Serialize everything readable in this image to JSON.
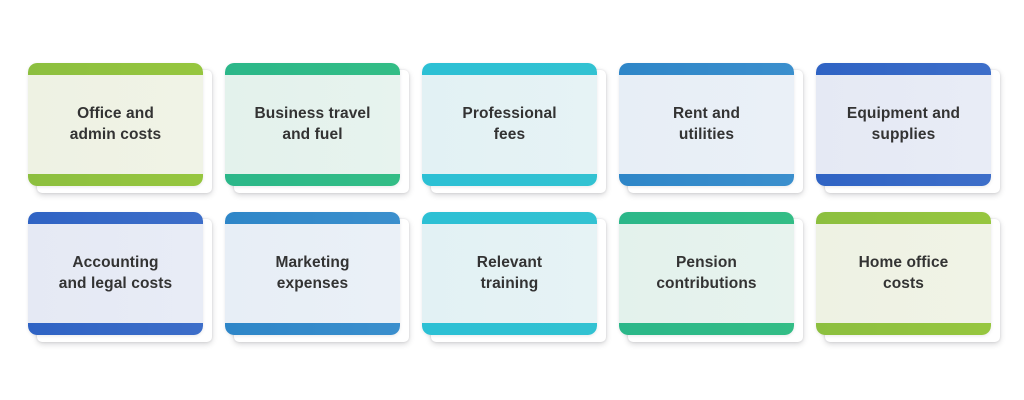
{
  "page": {
    "background": "#ffffff",
    "text_color": "#333333"
  },
  "grid": {
    "columns": 5,
    "rows": 2
  },
  "cards": [
    {
      "id": "office-and-admin-costs",
      "label": "Office and\nadmin costs",
      "accent_from": "#8cbf3f",
      "accent_to": "#96c63f",
      "body_from": "#eef2e3",
      "body_to": "#f0f3e6"
    },
    {
      "id": "business-travel-and-fuel",
      "label": "Business travel\nand fuel",
      "accent_from": "#2bb789",
      "accent_to": "#33bd86",
      "body_from": "#e3f2ec",
      "body_to": "#e7f3ee"
    },
    {
      "id": "professional-fees",
      "label": "Professional\nfees",
      "accent_from": "#2cc0d4",
      "accent_to": "#32c2d2",
      "body_from": "#e2f1f4",
      "body_to": "#e6f3f5"
    },
    {
      "id": "rent-and-utilities",
      "label": "Rent and\nutilities",
      "accent_from": "#2e86c8",
      "accent_to": "#3b8fcd",
      "body_from": "#e7eef6",
      "body_to": "#eaf0f7"
    },
    {
      "id": "equipment-and-supplies",
      "label": "Equipment and\nsupplies",
      "accent_from": "#2f63c4",
      "accent_to": "#3d6ec9",
      "body_from": "#e5e9f4",
      "body_to": "#e8ecf6"
    },
    {
      "id": "accounting-and-legal-costs",
      "label": "Accounting\nand legal costs",
      "accent_from": "#2f63c4",
      "accent_to": "#3d6ec9",
      "body_from": "#e5e9f4",
      "body_to": "#e8ecf6"
    },
    {
      "id": "marketing-expenses",
      "label": "Marketing\nexpenses",
      "accent_from": "#2e86c8",
      "accent_to": "#3b8fcd",
      "body_from": "#e7eef6",
      "body_to": "#eaf0f7"
    },
    {
      "id": "relevant-training",
      "label": "Relevant\ntraining",
      "accent_from": "#2cc0d4",
      "accent_to": "#32c2d2",
      "body_from": "#e2f1f4",
      "body_to": "#e6f3f5"
    },
    {
      "id": "pension-contributions",
      "label": "Pension\ncontributions",
      "accent_from": "#2bb789",
      "accent_to": "#33bd86",
      "body_from": "#e3f2ec",
      "body_to": "#e7f3ee"
    },
    {
      "id": "home-office-costs",
      "label": "Home office\ncosts",
      "accent_from": "#8cbf3f",
      "accent_to": "#96c63f",
      "body_from": "#eef2e3",
      "body_to": "#f0f3e6"
    }
  ]
}
